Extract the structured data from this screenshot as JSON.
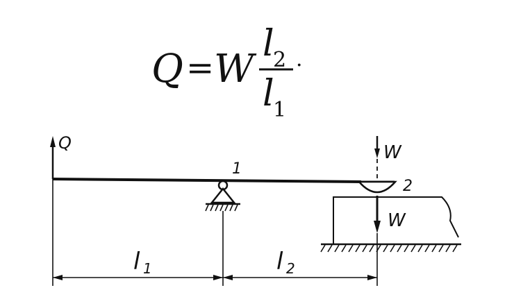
{
  "formula": {
    "lhs": "Q",
    "equals": "=",
    "factor": "W",
    "numerator_var": "l",
    "numerator_sub": "2",
    "denominator_var": "l",
    "denominator_sub": "1",
    "trailing": "·"
  },
  "diagram": {
    "force_q_label": "Q",
    "force_w_top_label": "W",
    "force_w_lower_label": "W",
    "pivot_label": "1",
    "contact_label": "2",
    "dim_l1_var": "l",
    "dim_l1_sub": "1",
    "dim_l2_var": "l",
    "dim_l2_sub": "2"
  },
  "colors": {
    "ink": "#111111",
    "background": "#ffffff"
  }
}
